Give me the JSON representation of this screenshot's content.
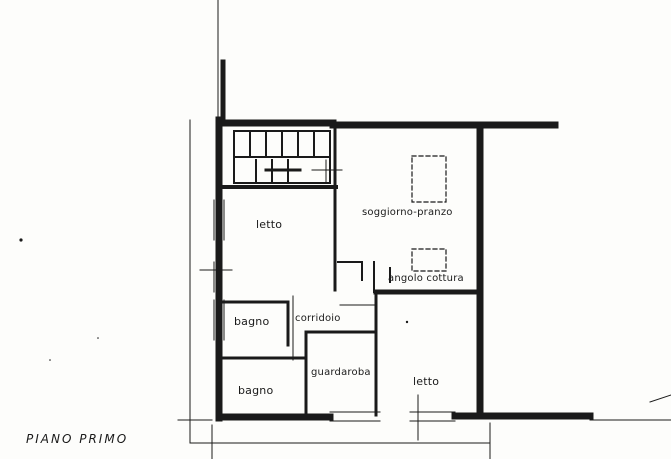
{
  "plan": {
    "floor_title": "PIANO PRIMO",
    "rooms": {
      "letto_1": "letto",
      "soggiorno": "soggiorno-pranzo",
      "angolo_cottura": "angolo cottura",
      "bagno_1": "bagno",
      "corridoio": "corridoio",
      "guardaroba": "guardaroba",
      "bagno_2": "bagno",
      "letto_2": "letto"
    },
    "colors": {
      "ink": "#1a1a1a",
      "paper": "#fdfdfb"
    }
  }
}
